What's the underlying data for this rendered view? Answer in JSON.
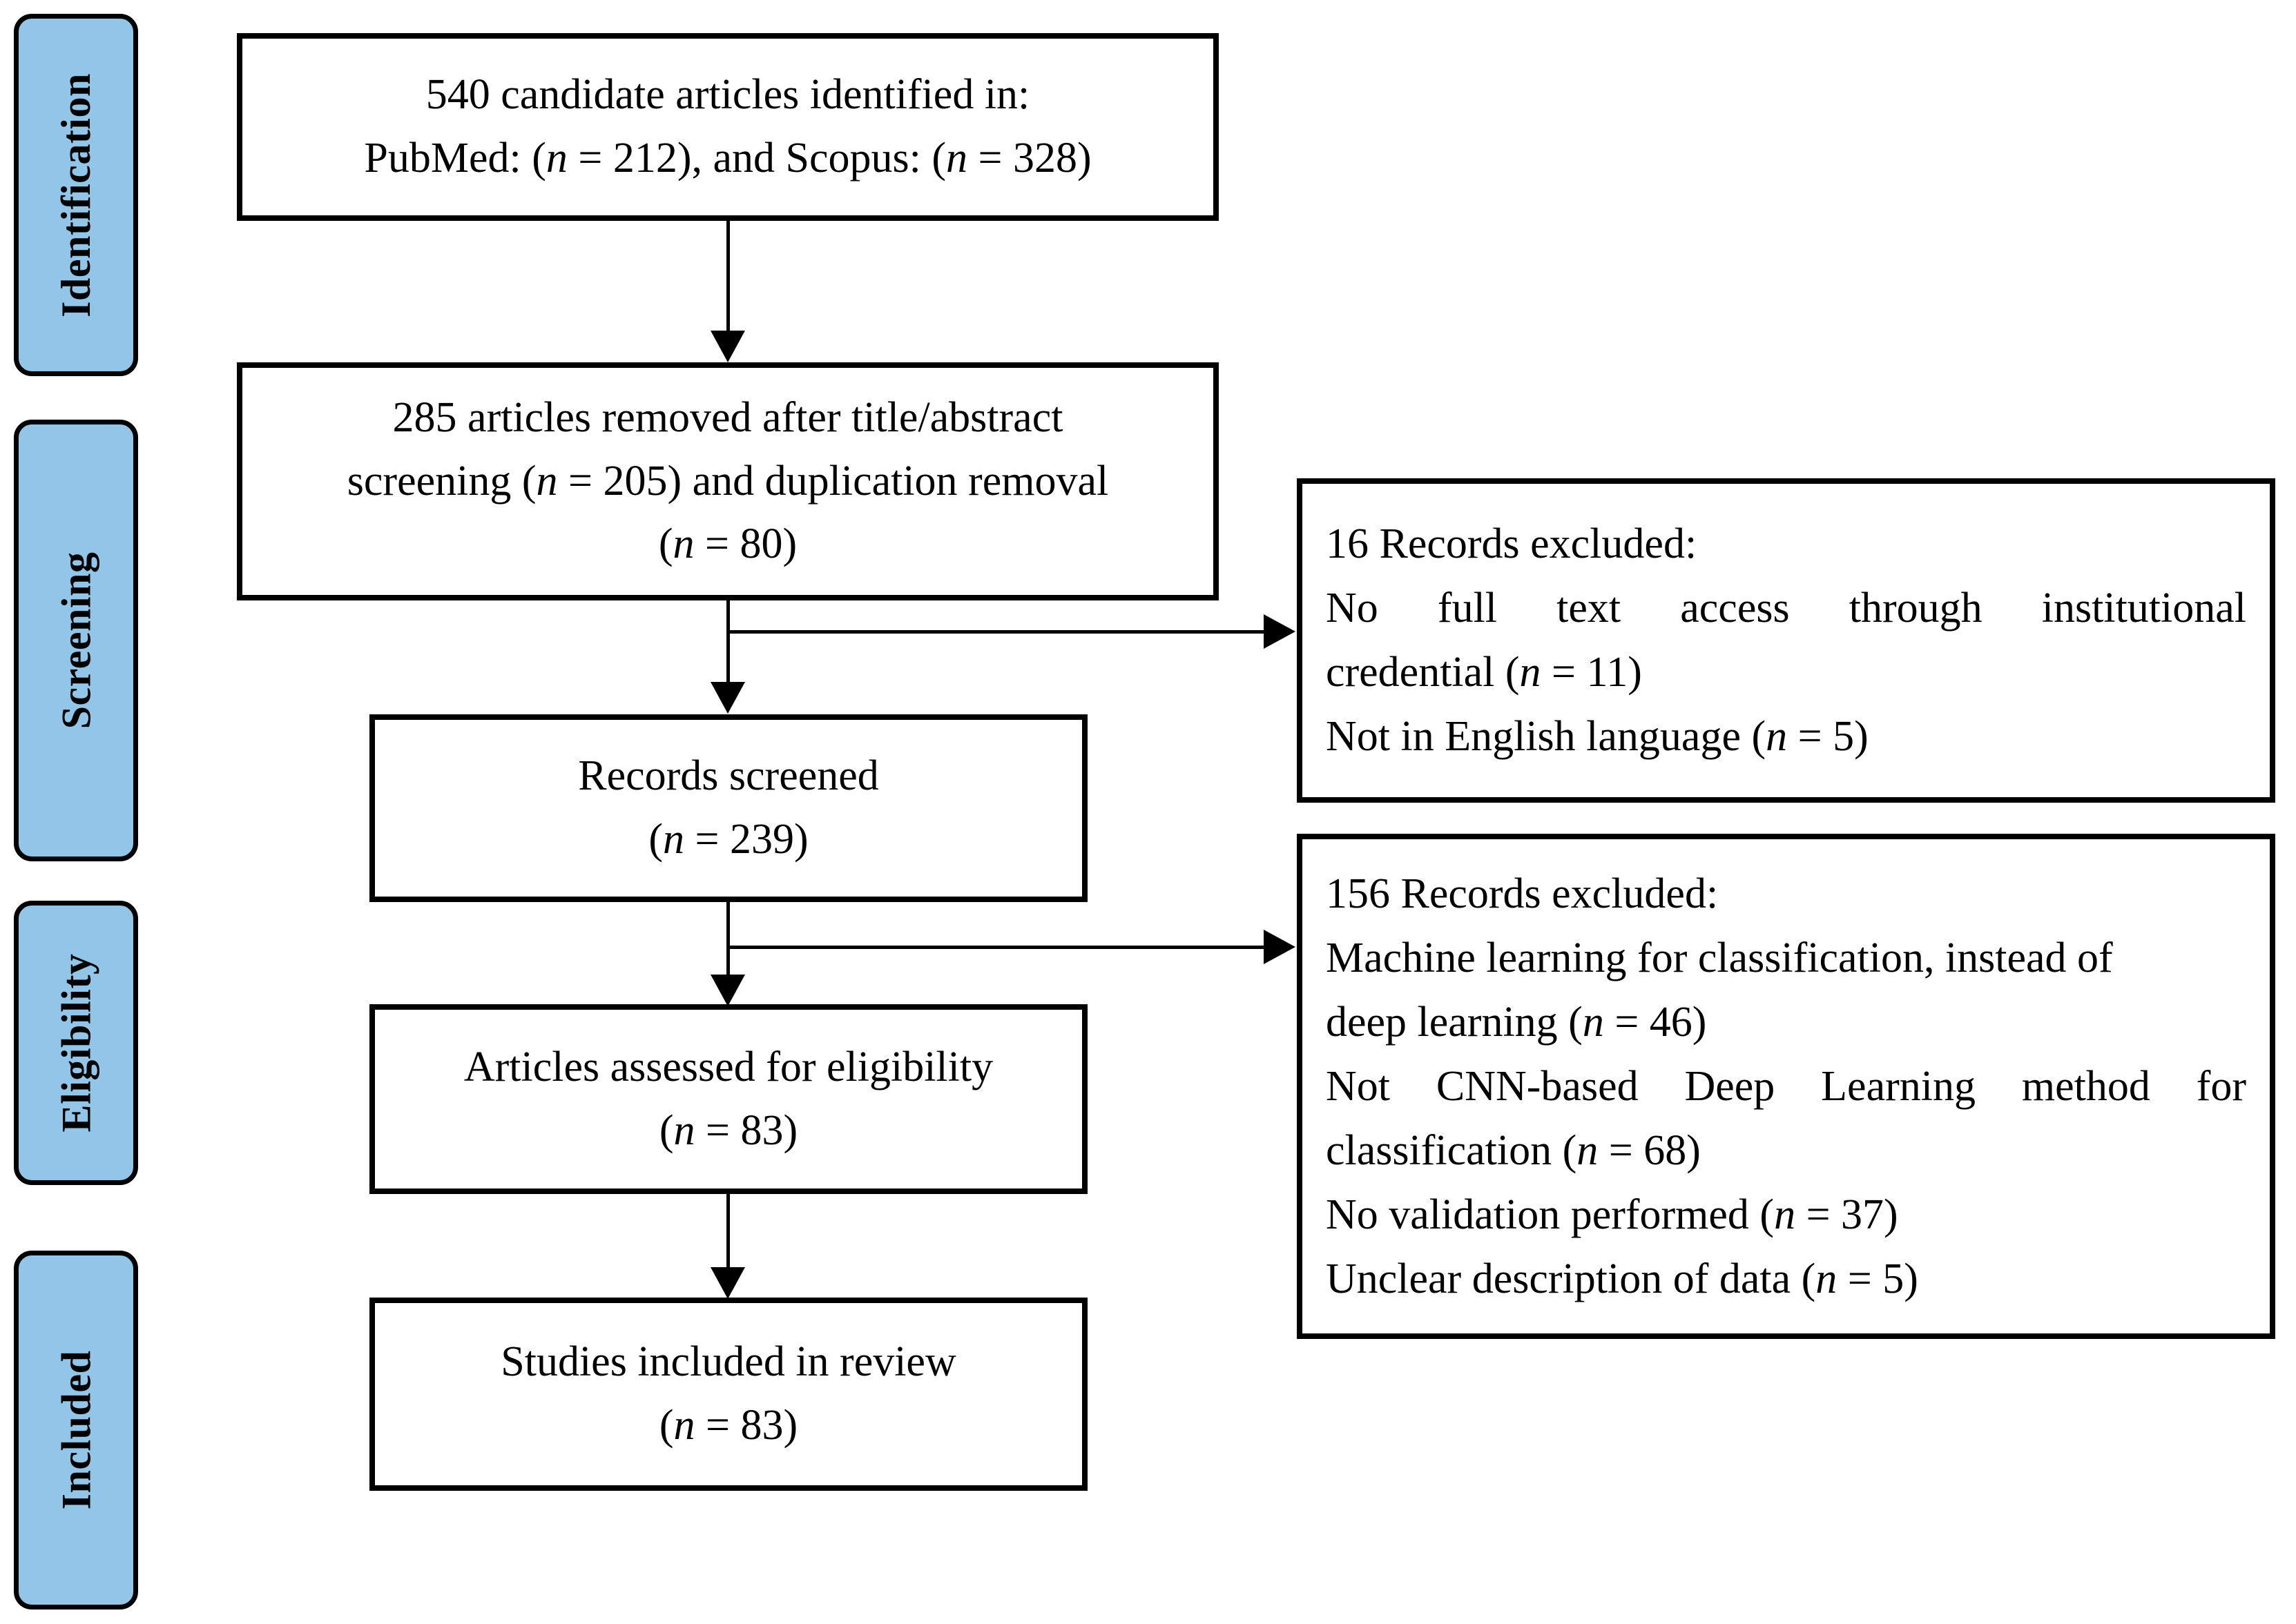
{
  "diagram": {
    "type": "prisma-flow-diagram",
    "accent_color": "#92C5E8",
    "border_color": "#000000",
    "background_color": "#ffffff"
  },
  "stages": [
    {
      "label": "Identification"
    },
    {
      "label": "Screening"
    },
    {
      "label": "Eligibility"
    },
    {
      "label": "Included"
    }
  ],
  "flow": {
    "identification_box": {
      "line1": "540 candidate articles identified in:",
      "line2_pre": "PubMed: (",
      "line2_n1": "n",
      "line2_mid": " = 212), and Scopus: (",
      "line2_n2": "n",
      "line2_post": " = 328)"
    },
    "removed_box": {
      "line1": "285 articles removed after title/abstract",
      "line2_pre": "screening (",
      "line2_n": "n",
      "line2_post": " = 205) and duplication removal",
      "line3_pre": "(",
      "line3_n": "n",
      "line3_post": " = 80)"
    },
    "screened_box": {
      "line1": "Records screened",
      "line2_pre": "(",
      "line2_n": "n",
      "line2_post": " = 239)"
    },
    "eligibility_box": {
      "line1": "Articles assessed for eligibility",
      "line2_pre": "(",
      "line2_n": "n",
      "line2_post": " = 83)"
    },
    "included_box": {
      "line1": "Studies included in review",
      "line2_pre": "(",
      "line2_n": "n",
      "line2_post": " = 83)"
    }
  },
  "exclusions": {
    "screening_excluded": {
      "heading": "16 Records excluded:",
      "item1_l1": "No full text access through institutional",
      "item1_l2_pre": "credential (",
      "item1_l2_n": "n",
      "item1_l2_post": " = 11)",
      "item2_pre": "Not in English language (",
      "item2_n": "n",
      "item2_post": " = 5)"
    },
    "eligibility_excluded": {
      "heading": "156 Records excluded:",
      "item1_l1": "Machine learning for classification, instead of",
      "item1_l2_pre": "deep learning (",
      "item1_l2_n": "n",
      "item1_l2_post": " = 46)",
      "item2_l1": "Not CNN-based Deep Learning method for",
      "item2_l2_pre": "classification (",
      "item2_l2_n": "n",
      "item2_l2_post": " = 68)",
      "item3_pre": "No validation performed (",
      "item3_n": "n",
      "item3_post": " = 37)",
      "item4_pre": "Unclear description of data (",
      "item4_n": "n",
      "item4_post": " = 5)"
    }
  }
}
